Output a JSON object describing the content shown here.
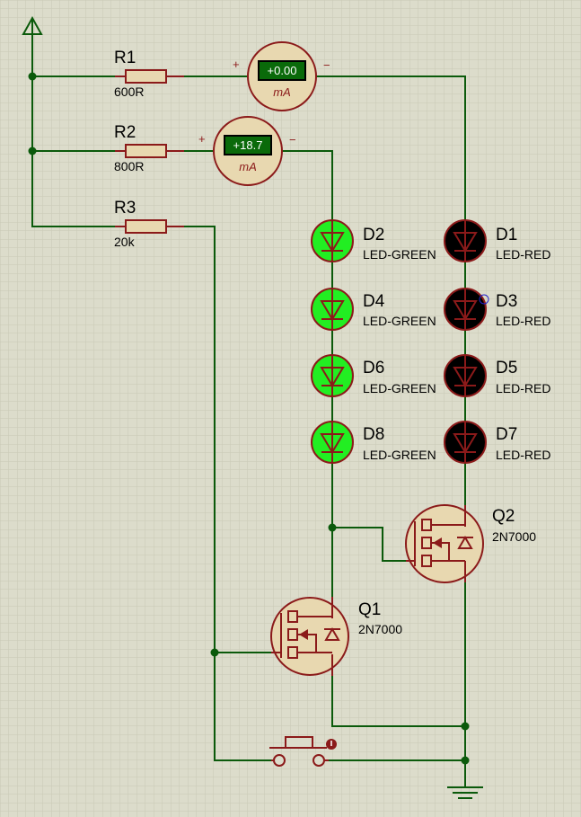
{
  "resistors": [
    {
      "ref": "R1",
      "value": "600R"
    },
    {
      "ref": "R2",
      "value": "800R"
    },
    {
      "ref": "R3",
      "value": "20k"
    }
  ],
  "ammeters": [
    {
      "reading": "+0.00",
      "unit": "mA",
      "plus": "+",
      "minus": "−"
    },
    {
      "reading": "+18.7",
      "unit": "mA",
      "plus": "+",
      "minus": "−"
    }
  ],
  "green_leds": [
    {
      "ref": "D2",
      "type": "LED-GREEN"
    },
    {
      "ref": "D4",
      "type": "LED-GREEN"
    },
    {
      "ref": "D6",
      "type": "LED-GREEN"
    },
    {
      "ref": "D8",
      "type": "LED-GREEN"
    }
  ],
  "red_leds": [
    {
      "ref": "D1",
      "type": "LED-RED"
    },
    {
      "ref": "D3",
      "type": "LED-RED"
    },
    {
      "ref": "D5",
      "type": "LED-RED"
    },
    {
      "ref": "D7",
      "type": "LED-RED"
    }
  ],
  "transistors": [
    {
      "ref": "Q2",
      "type": "2N7000"
    },
    {
      "ref": "Q1",
      "type": "2N7000"
    }
  ],
  "colors": {
    "background": "#dcdccb",
    "grid": "#c8c8b4",
    "wire": "#0b5a0b",
    "component": "#8b1a1a",
    "led_on": "#22ee22",
    "led_off": "#000000",
    "meter_display": "#0a6a0a"
  }
}
